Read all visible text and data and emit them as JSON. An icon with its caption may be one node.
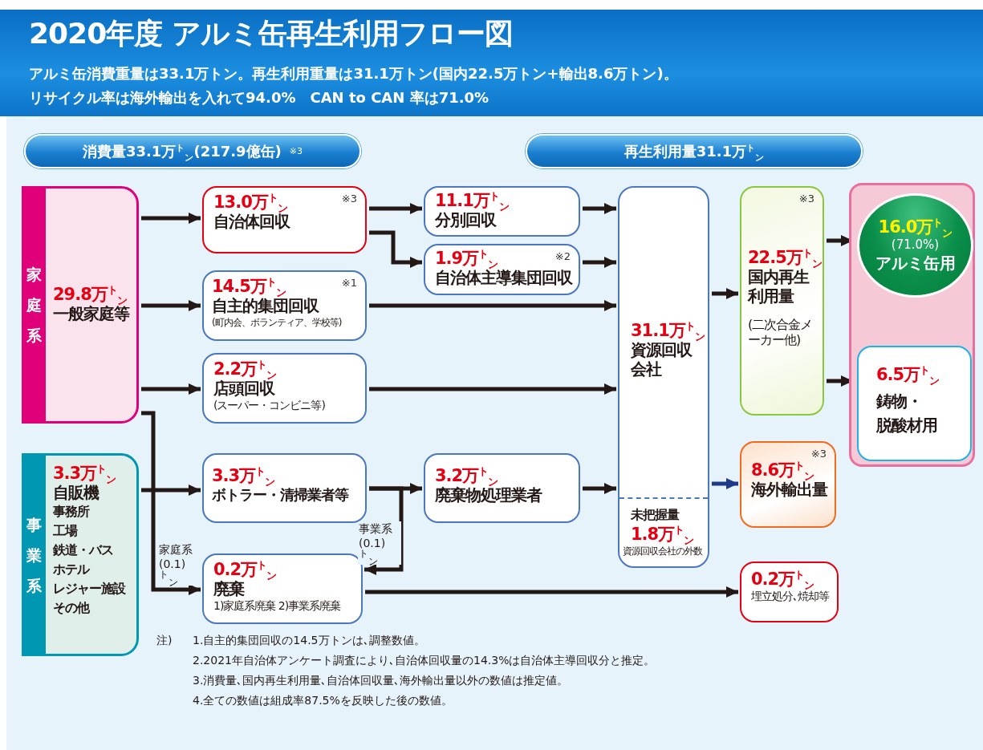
{
  "diagram": {
    "title": "2020年度 アルミ缶再生利用フロー図",
    "nodes": [
      {
        "text": [
          "消費量33.1万$^{ト}$$_{ン}$(217.9億缶)",
          "※3"
        ]
      },
      {
        "text": [
          "再生利用量31.1万$^{ト}$$_{ン}$"
        ]
      },
      {
        "text": [
          "家庭系",
          "29.8万$^{ト}$$_{ン}$",
          "一般家庭等"
        ]
      },
      {
        "text": [
          "13.0万$^{ト}$$_{ン}$",
          "※3",
          "自治体回収"
        ]
      },
      {
        "text": [
          "11.1万$^{ト}$$_{ン}$",
          "分別回収"
        ]
      },
      {
        "text": [
          "1.9万$^{ト}$$_{ン}$",
          "※2",
          "自治体主導集団回収"
        ]
      },
      {
        "text": [
          "※1",
          "14.5万$^{ト}$$_{ン}$",
          "自主的集団回収",
          "(町内会、ボランティア、学校等)"
        ]
      },
      {
        "text": [
          "2.2万$^{ト}$$_{ン}$",
          "店頭回収",
          "(スーパー・コンビニ等)"
        ]
      },
      {
        "text": [
          "31.1万$^{ト}$$_{ン}$",
          "資源回収会社",
          "未把握量",
          "1.8万$^{ト}$$_{ン}$",
          "資源回収会社の外数"
        ]
      },
      {
        "text": [
          "※3",
          "22.5万$^{ト}$$_{ン}$",
          "国内再生利用量",
          "(二次合金メーカー他)"
        ]
      },
      {
        "text": [],
        "shape": "box"
      },
      {
        "text": [
          "16.0万$^{ト}$$_{ン}$",
          "(71.0%)",
          "アルミ缶用"
        ],
        "in": 10
      },
      {
        "text": [
          "6.5万$^{ト}$$_{ン}$",
          "鋳物・脱酸材用"
        ],
        "in": 10
      },
      {
        "text": [
          "事業系",
          "3.3万$^{ト}$$_{ン}$",
          "自販機",
          "事務所",
          "工場",
          "鉄道・バス",
          "ホテル",
          "レジャー施設",
          "その他"
        ]
      },
      {
        "text": [
          "3.3万$^{ト}$$_{ン}$",
          "ボトラー・清掃業者等"
        ]
      },
      {
        "text": [
          "3.2万$^{ト}$$_{ン}$",
          "廃棄物処理業者"
        ]
      },
      {
        "text": [
          "※3",
          "8.6万$^{ト}$$_{ン}$",
          "海外輸出量"
        ]
      },
      {
        "text": [
          "0.2万$^{ト}$$_{ン}$",
          "廃棄",
          "1)家庭系廃棄 2)事業系廃棄"
        ]
      },
      {
        "text": [
          "0.2万$^{ト}$$_{ン}$",
          "埋立処分､焼却等"
        ]
      }
    ],
    "edges": [
      {
        "from": 2,
        "to": 3,
        "arrow": "to"
      },
      {
        "from": 2,
        "to": 6,
        "arrow": "to"
      },
      {
        "from": 2,
        "to": 7,
        "arrow": "to"
      },
      {
        "from": 2,
        "to": 17,
        "arrow": "to",
        "label": "家庭系 (0.1)$^{ト}$$_{ン}$"
      },
      {
        "from": 3,
        "to": 4,
        "arrow": "to"
      },
      {
        "from": 3,
        "to": 5,
        "arrow": "to"
      },
      {
        "from": 4,
        "to": 8,
        "arrow": "to"
      },
      {
        "from": 5,
        "to": 8,
        "arrow": "to"
      },
      {
        "from": 6,
        "to": 8,
        "arrow": "to"
      },
      {
        "from": 7,
        "to": 8,
        "arrow": "to"
      },
      {
        "from": 13,
        "to": 14,
        "arrow": "to"
      },
      {
        "from": 14,
        "to": 15,
        "arrow": "to"
      },
      {
        "from": 14,
        "to": 17,
        "arrow": "to",
        "label": "事業系 (0.1)$^{ト}$$_{ン}$"
      },
      {
        "from": 15,
        "to": 8,
        "arrow": "to"
      },
      {
        "from": 8,
        "to": 9,
        "arrow": "to"
      },
      {
        "from": 8,
        "to": 16,
        "arrow": "to",
        "color": "#1f3a8a"
      },
      {
        "from": 9,
        "to": 11,
        "arrow": "to"
      },
      {
        "from": 9,
        "to": 12,
        "arrow": "to"
      },
      {
        "from": 17,
        "to": 18,
        "arrow": "to"
      }
    ],
    "labels": [
      "アルミ缶消費重量は33.1万トン。再生利用重量は31.1万トン(国内22.5万トン+輸出8.6万トン)。",
      "リサイクル率は海外輸出を入れて94.0%　CAN to CAN 率は71.0%",
      "注)",
      "1.自主的集団回収の14.5万トンは､調整数値。",
      "2.2021年自治体アンケート調査により､自治体回収量の14.3%は自治体主導回収分と推定。",
      "3.消費量､国内再生利用量､自治体回収量､海外輸出量以外の数値は推定値。",
      "4.全ての数値は組成率87.5%を反映した後の数値。"
    ]
  }
}
